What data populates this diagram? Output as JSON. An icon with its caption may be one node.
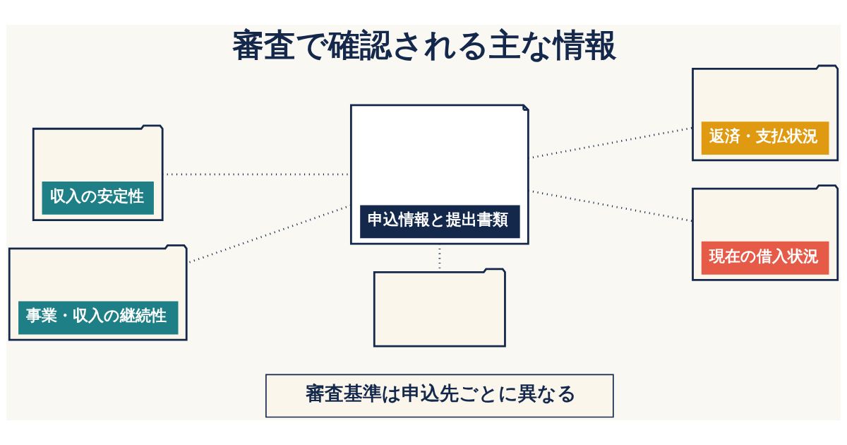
{
  "diagram": {
    "title": "審査で確認される主な情報",
    "nodes": [
      {
        "text": [
          "収入の安定性"
        ]
      },
      {
        "text": [
          "申込情報と提出書類"
        ]
      },
      {
        "text": [
          "返済・支払状況"
        ]
      },
      {
        "text": [
          "事業・収入の継続性"
        ]
      },
      {
        "text": [],
        "shape": "folder"
      },
      {
        "text": [
          "現在の借入状況"
        ]
      },
      {
        "text": [
          "審査基準は申込先ごとに異なる"
        ]
      }
    ],
    "edges": [
      {
        "from": 0,
        "to": 1,
        "arrow": "none"
      },
      {
        "from": 1,
        "to": 2,
        "arrow": "none"
      },
      {
        "from": 1,
        "to": 3,
        "arrow": "none"
      },
      {
        "from": 1,
        "to": 4,
        "arrow": "none"
      },
      {
        "from": 1,
        "to": 5,
        "arrow": "none"
      }
    ]
  }
}
